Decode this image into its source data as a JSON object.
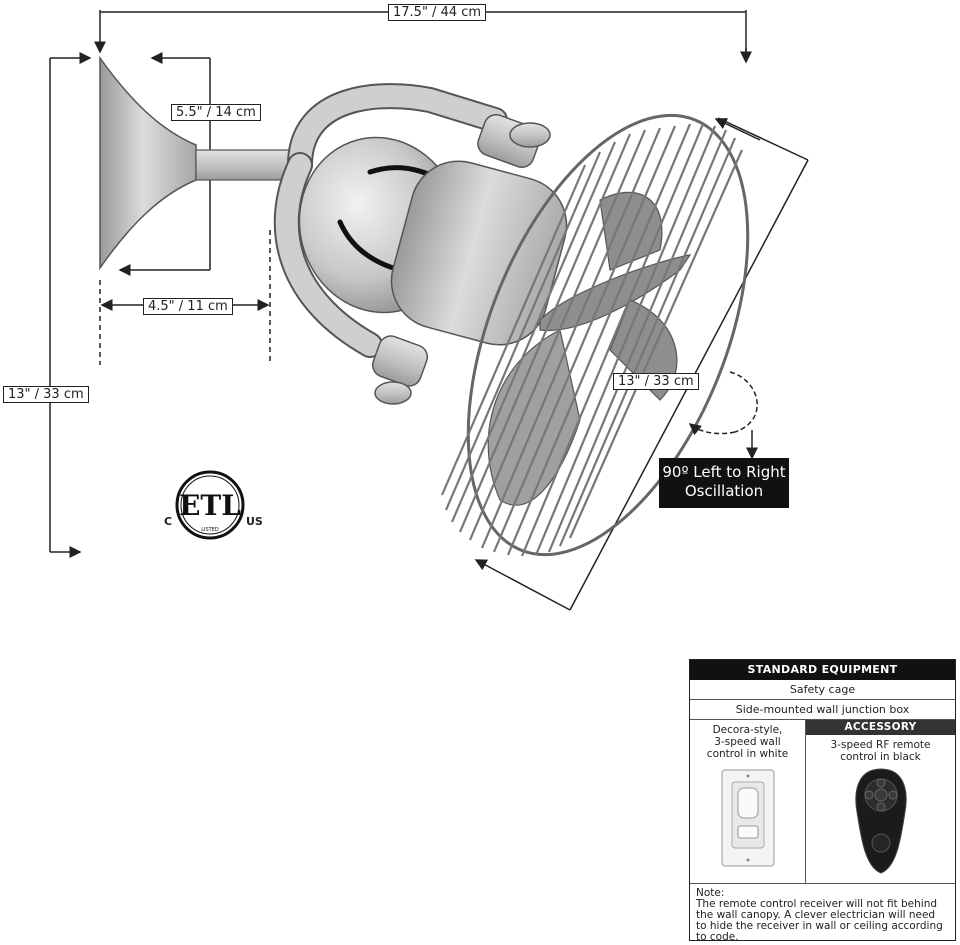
{
  "dimensions": {
    "overall_width": "17.5\" / 44 cm",
    "canopy_depth": "5.5\" / 14 cm",
    "arm_extension": "4.5\" / 11 cm",
    "overall_height": "13\" / 33 cm",
    "cage_diameter": "13\" / 33 cm"
  },
  "oscillation_label": [
    "90º Left to Right",
    "Oscillation"
  ],
  "certification": {
    "mark": "ETL",
    "left": "C",
    "right": "US",
    "small": "LISTED"
  },
  "equipment": {
    "standard_header": "STANDARD EQUIPMENT",
    "standard_items": [
      "Safety cage",
      "Side-mounted wall junction box"
    ],
    "wall_control": [
      "Decora-style,",
      "3-speed wall",
      "control in white"
    ],
    "accessory_header": "ACCESSORY",
    "accessory": [
      "3-speed RF remote",
      "control in black"
    ],
    "note_lines": [
      "Note:",
      "The remote control receiver will not fit behind",
      "the wall canopy. A clever electrician will need",
      "to hide the receiver in wall or ceiling according",
      "to code."
    ]
  },
  "colors": {
    "metal": "#bdbdbd",
    "metal_dark": "#8a8a8a",
    "ink": "#222222",
    "label_bg": "#111111"
  }
}
